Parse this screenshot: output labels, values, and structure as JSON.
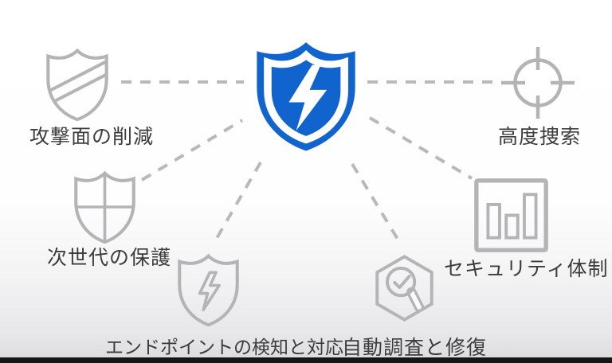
{
  "diagram": {
    "center": {
      "icon": "defender-shield-bolt-icon",
      "accent_color": "#1164ce"
    },
    "nodes": [
      {
        "id": "attack-surface-reduction",
        "label": "攻撃面の削減",
        "icon": "shield-stripe-icon"
      },
      {
        "id": "advanced-hunting",
        "label": "高度捜索",
        "icon": "crosshair-target-icon"
      },
      {
        "id": "next-generation-protection",
        "label": "次世代の保護",
        "icon": "shield-cross-icon"
      },
      {
        "id": "endpoint-detection-and-response",
        "label": "エンドポイントの検知と対応",
        "icon": "shield-bolt-outline-icon"
      },
      {
        "id": "automated-investigation-remediation",
        "label": "自動調査と修復",
        "icon": "hexagon-magnifier-check-icon"
      },
      {
        "id": "security-posture",
        "label": "セキュリティ体制",
        "icon": "bar-chart-icon"
      }
    ],
    "colors": {
      "accent_blue": "#1164ce",
      "icon_gray": "#b4b4b6",
      "connector_gray": "#b9b9ba",
      "label_text": "#3c3c3c"
    }
  }
}
